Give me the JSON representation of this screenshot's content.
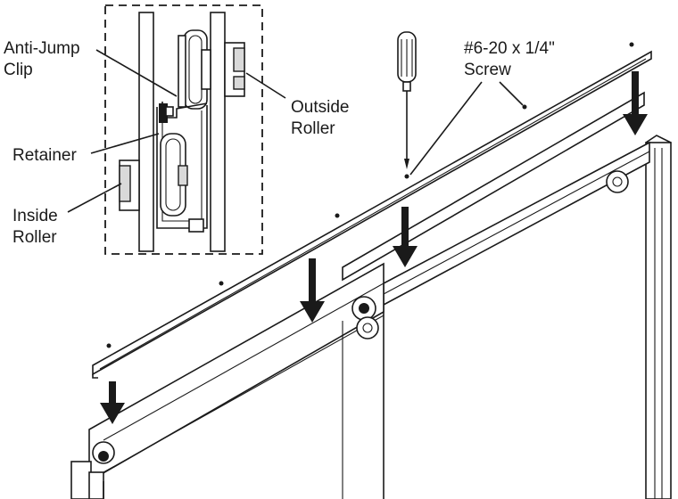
{
  "labels": {
    "anti_jump_clip_line1": "Anti-Jump",
    "anti_jump_clip_line2": "Clip",
    "retainer": "Retainer",
    "inside_roller_line1": "Inside",
    "inside_roller_line2": "Roller",
    "outside_roller_line1": "Outside",
    "outside_roller_line2": "Roller",
    "screw_line1": "#6-20 x 1/4\"",
    "screw_line2": "Screw"
  },
  "icons": {
    "screwdriver": "screwdriver-icon",
    "arrow": "down-arrow-icon"
  }
}
